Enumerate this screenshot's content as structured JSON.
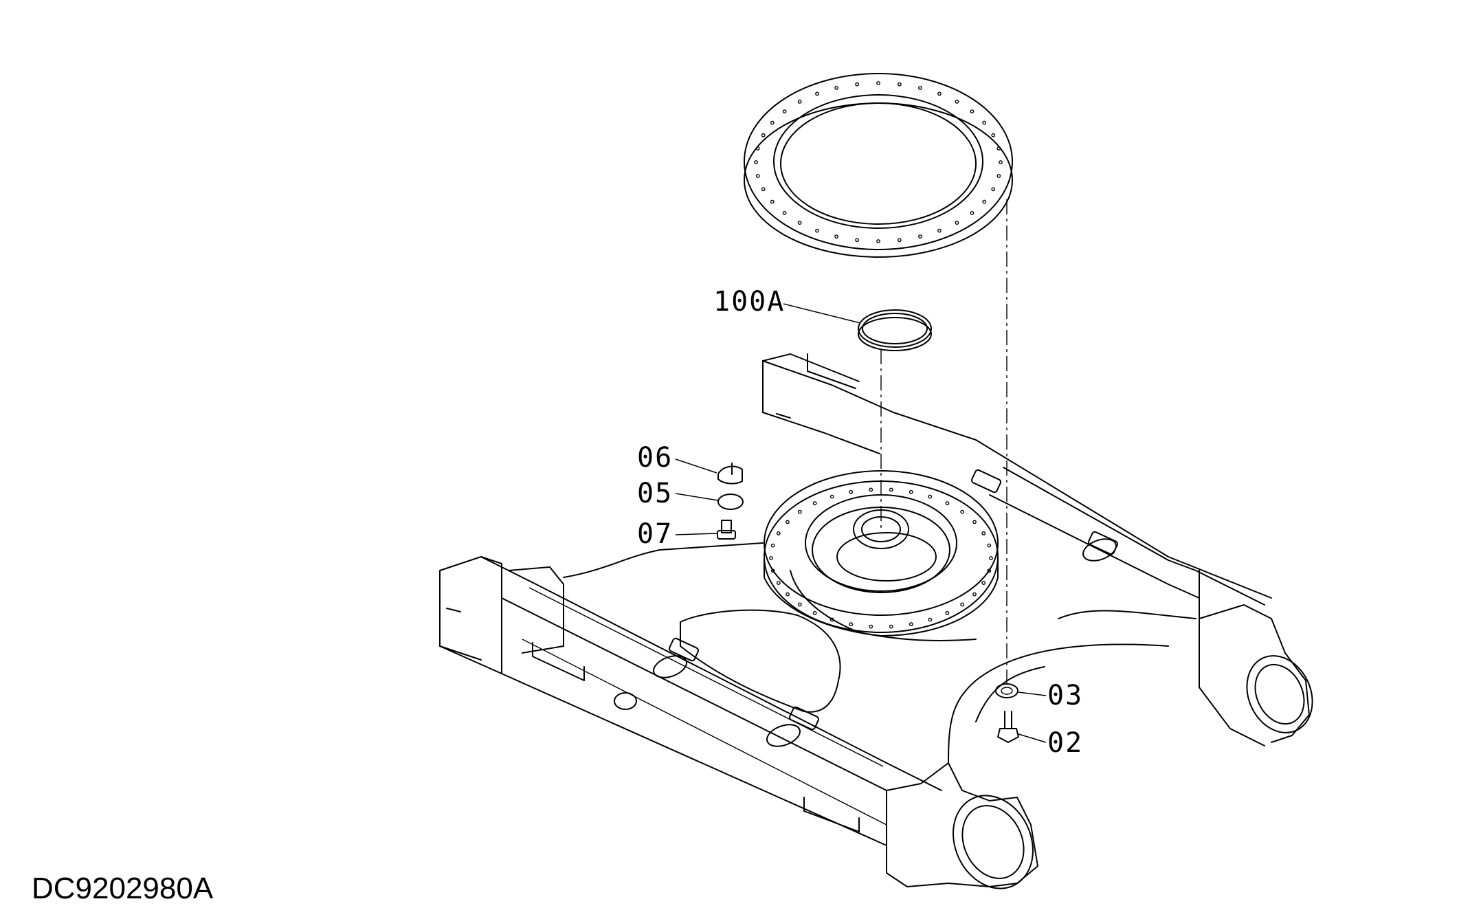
{
  "drawing": {
    "id": "DC9202980A",
    "callouts": [
      {
        "key": "100A",
        "label": "100A"
      },
      {
        "key": "06",
        "label": "06"
      },
      {
        "key": "05",
        "label": "05"
      },
      {
        "key": "07",
        "label": "07"
      },
      {
        "key": "03",
        "label": "03"
      },
      {
        "key": "02",
        "label": "02"
      }
    ]
  }
}
